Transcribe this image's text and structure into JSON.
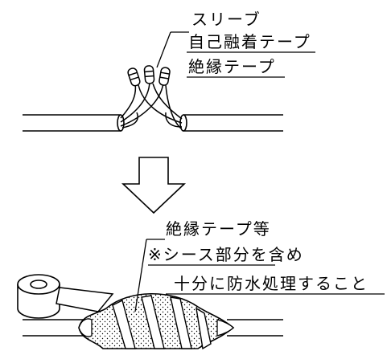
{
  "top": {
    "labels": {
      "sleeve": "スリーブ",
      "self_fusing_tape": "自己融着テープ",
      "insulation_tape": "絶縁テープ"
    }
  },
  "bottom": {
    "labels": {
      "tape": "絶縁テープ等",
      "sheath": "※シース部分を含め",
      "waterproof": "十分に防水処理すること"
    }
  }
}
